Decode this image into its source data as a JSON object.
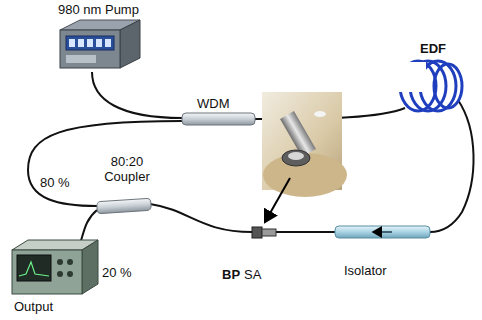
{
  "diagram": {
    "labels": [
      "980 nm Pump",
      "WDM",
      "EDF",
      "80 %",
      "80:20 Coupler",
      "20 %",
      "Output",
      "BP",
      "SA",
      "Isolator"
    ]
  }
}
